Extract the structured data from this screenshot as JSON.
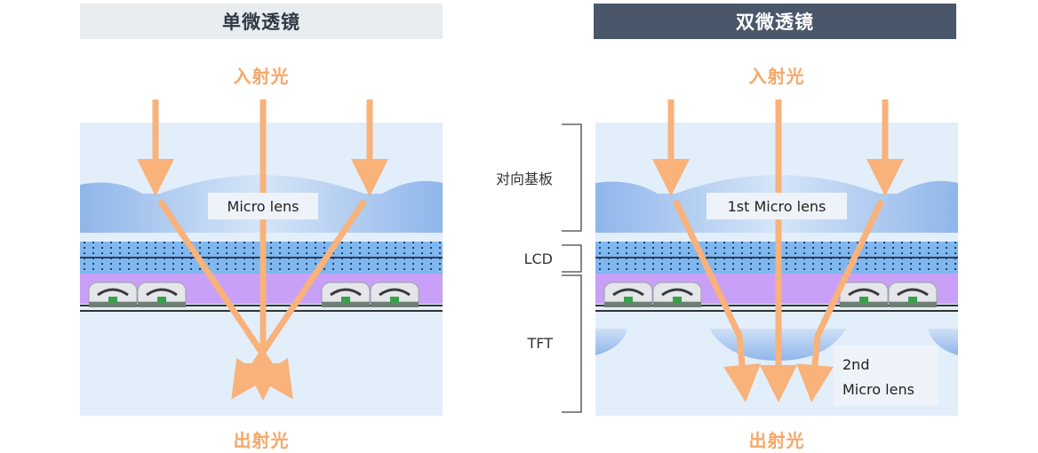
{
  "left_panel": {
    "title": "单微透镜",
    "incoming_label": "入射光",
    "outgoing_label": "出射光",
    "lens_label": "Micro lens"
  },
  "right_panel": {
    "title": "双微透镜",
    "incoming_label": "入射光",
    "outgoing_label": "出射光",
    "lens1_label": "1st Micro lens",
    "lens2_label_line1": "2nd",
    "lens2_label_line2": "Micro lens"
  },
  "layers": {
    "counter_substrate": "对向基板",
    "lcd": "LCD",
    "tft": "TFT"
  },
  "colors": {
    "arrow": "#f8b27a",
    "substrate": "#e3eefb",
    "lens": "#a9c7ef",
    "lcd": "#7fb7f0",
    "tft_band": "#c9a0f7",
    "left_title_bg": "#e9edf0",
    "right_title_bg": "#4a576a",
    "light_label": "#f5a869"
  }
}
